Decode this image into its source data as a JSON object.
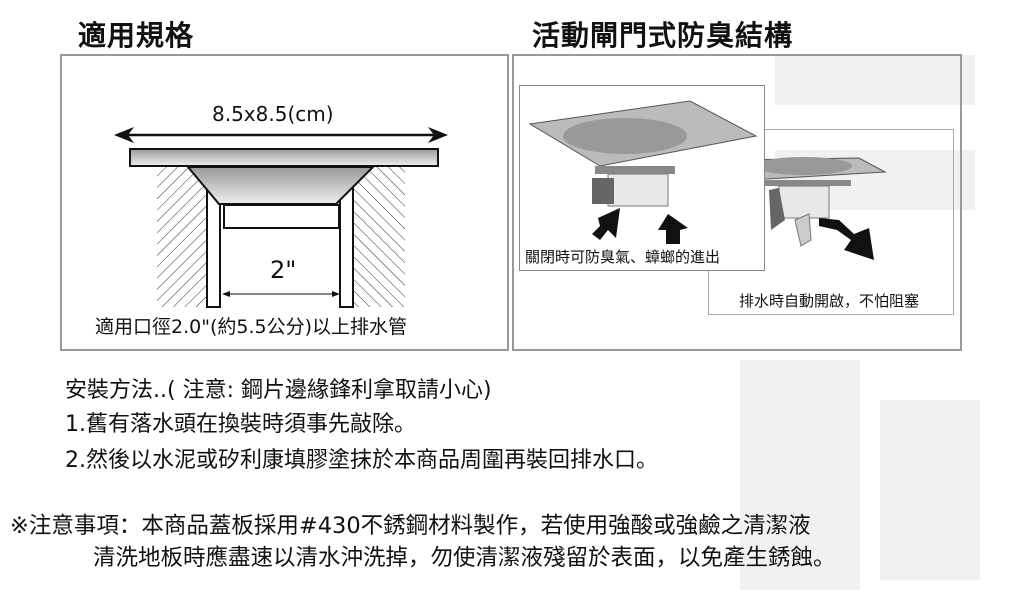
{
  "spec_title": "適用規格",
  "structure_title": "活動閘門式防臭結構",
  "spec_diagram": {
    "dimension_label": "8.5x8.5(cm)",
    "pipe_label": "2\"",
    "caption": "適用口徑2.0\"(約5.5公分)以上排水管"
  },
  "structure_photos": {
    "closed_caption": "關閉時可防臭氣、蟑螂的進出",
    "open_caption": "排水時自動開啟，不怕阻塞"
  },
  "install": {
    "heading": "安裝方法..( 注意: 鋼片邊緣鋒利拿取請小心)",
    "steps": [
      "1.舊有落水頭在換裝時須事先敲除。",
      "2.然後以水泥或矽利康填膠塗抹於本商品周圍再裝回排水口。"
    ]
  },
  "notice": {
    "line1": "※注意事項：本商品蓋板採用#430不銹鋼材料製作，若使用強酸或強鹼之清潔液",
    "line2": "清洗地板時應盡速以清水沖洗掉，勿使清潔液殘留於表面，以免產生銹蝕。"
  }
}
